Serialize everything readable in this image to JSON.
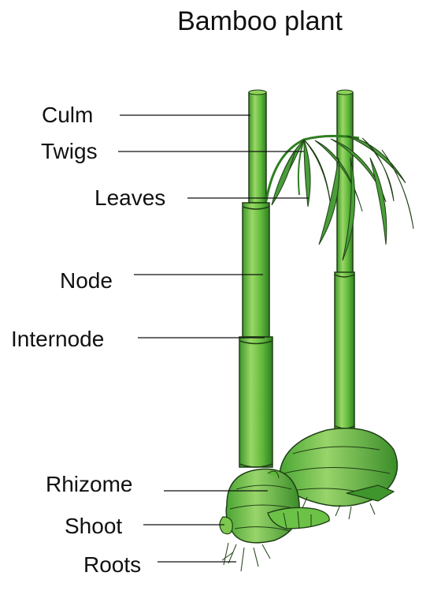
{
  "title": "Bamboo plant",
  "labels": {
    "culm": "Culm",
    "twigs": "Twigs",
    "leaves": "Leaves",
    "node": "Node",
    "internode": "Internode",
    "rhizome": "Rhizome",
    "shoot": "Shoot",
    "roots": "Roots"
  },
  "colors": {
    "stem_light": "#8fd25a",
    "stem_mid": "#5fb83a",
    "stem_dark": "#2f7f22",
    "leaf": "#4a9e3a",
    "outline": "#1f3f15"
  }
}
